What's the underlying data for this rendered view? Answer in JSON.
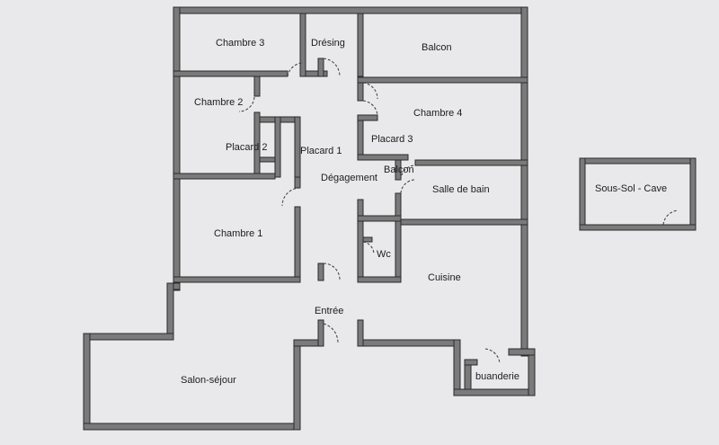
{
  "rooms": {
    "chambre_3": "Chambre 3",
    "dresing": "Drésing",
    "balcon_top": "Balcon",
    "chambre_2": "Chambre 2",
    "chambre_4": "Chambre 4",
    "placard_2": "Placard 2",
    "placard_1": "Placard 1",
    "placard_3": "Placard 3",
    "balcon_small": "Balcon",
    "degagement": "Dégagement",
    "salle_de_bain": "Salle de bain",
    "chambre_1": "Chambre 1",
    "wc": "Wc",
    "cuisine": "Cuisine",
    "entree": "Entrée",
    "salon_sejour": "Salon-séjour",
    "buanderie": "buanderie",
    "sous_sol_cave": "Sous-Sol - Cave"
  },
  "colors": {
    "background": "#e9e9ec",
    "wall": "#7a7a7a",
    "text": "#1c1c1c"
  }
}
